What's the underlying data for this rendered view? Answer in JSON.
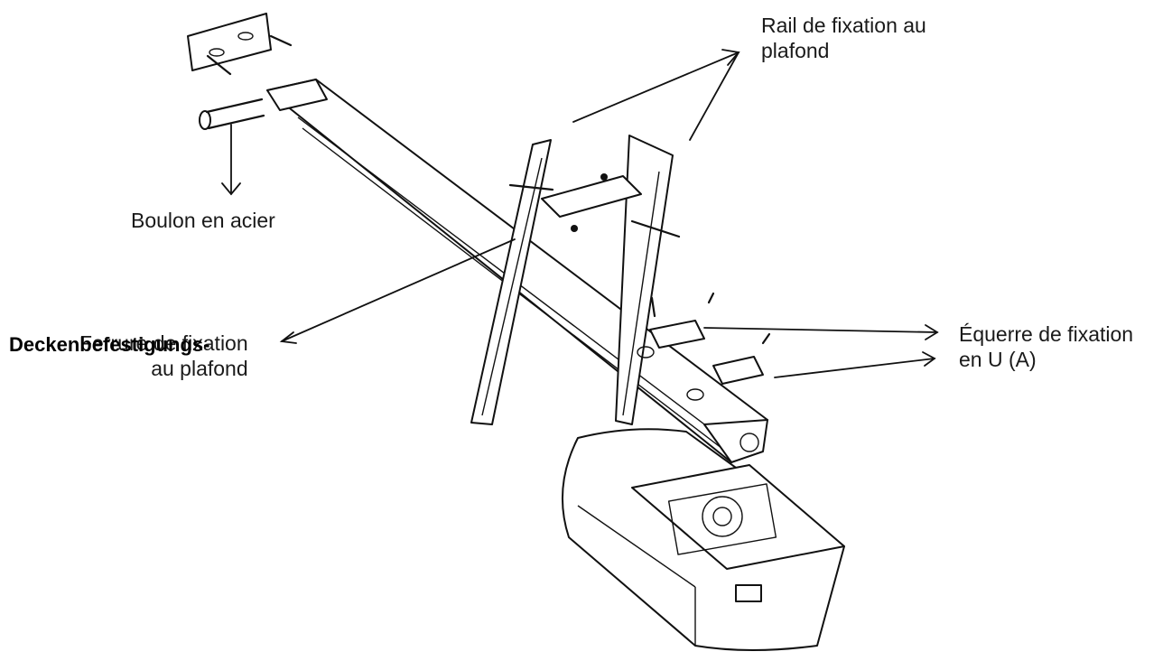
{
  "labels": {
    "rail_line1": "Rail de fixation au",
    "rail_line2": "plafond",
    "bolt": "Boulon en acier",
    "bracket_line1": "Ferrure de fixation",
    "bracket_line2": "au plafond",
    "bracket_de": "Deckenbefestigungs-",
    "uclamp_line1": "Équerre de fixation",
    "uclamp_line2": "en U (A)"
  }
}
